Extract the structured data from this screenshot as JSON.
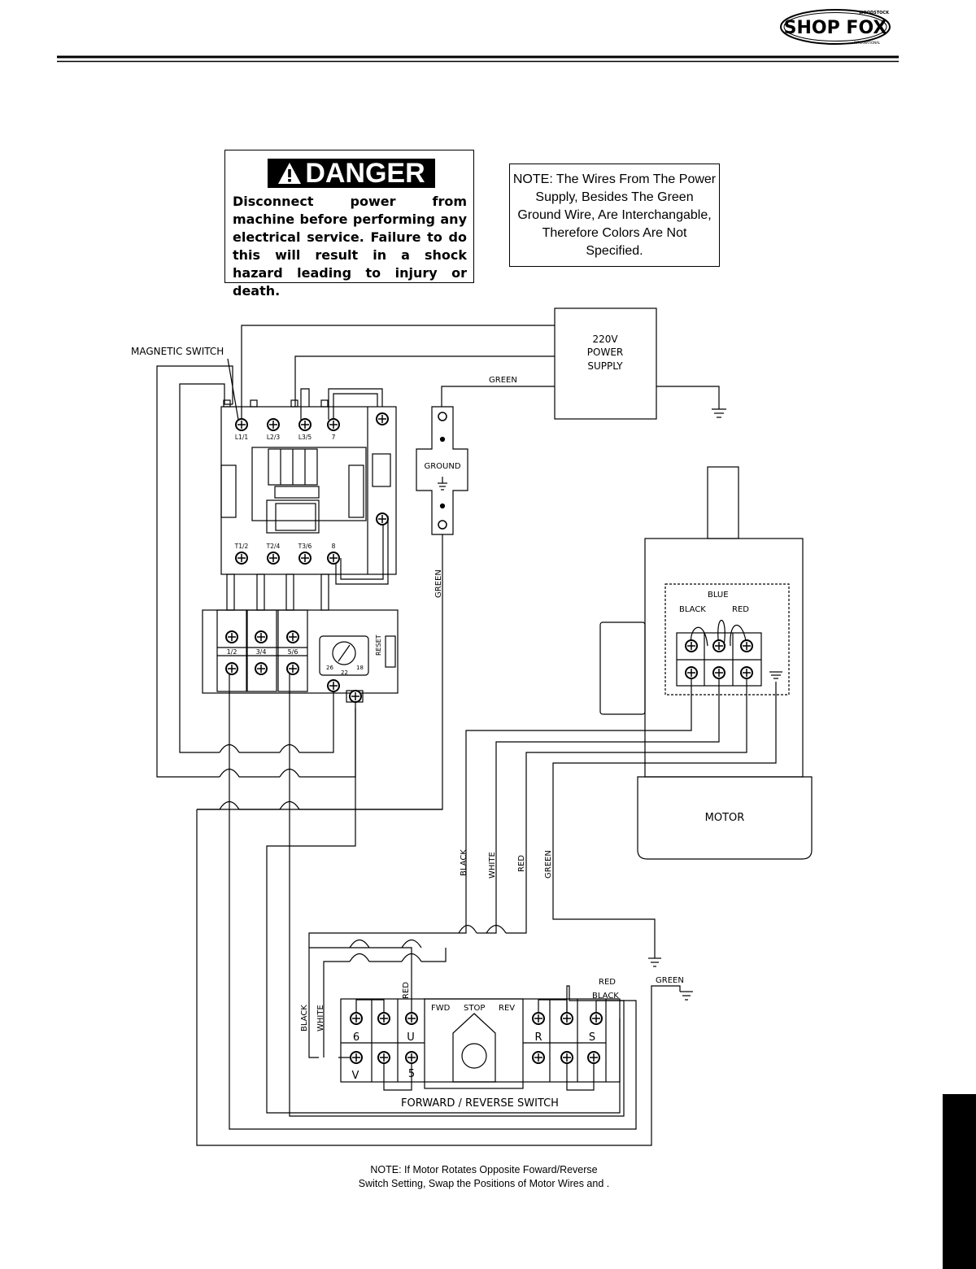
{
  "logo": {
    "text": "SHOP FOX",
    "arc_top": "WOODSTOCK",
    "arc_bottom": "INTERNATIONAL"
  },
  "danger": {
    "title": "DANGER",
    "body": "Disconnect power from machine before performing any electrical service. Failure to do this will result in a shock hazard leading to injury or death."
  },
  "note_top": "NOTE: The  Wires From The Power Supply, Besides The Green Ground Wire, Are Interchangable, Therefore Colors Are Not Specified.",
  "note_bottom": {
    "line1": "NOTE: If Motor Rotates Opposite Foward/Reverse",
    "line2": "Switch Setting, Swap  the Positions of  Motor Wires     and    ."
  },
  "labels": {
    "magnetic_switch": "MAGNETIC SWITCH",
    "power_supply_1": "220V",
    "power_supply_2": "POWER",
    "power_supply_3": "SUPPLY",
    "green_top": "GREEN",
    "ground": "GROUND",
    "green_vertical": "GREEN",
    "contactor_top": [
      "L1/1",
      "L2/3",
      "L3/5",
      "7"
    ],
    "contactor_bottom": [
      "T1/2",
      "T2/4",
      "T3/6",
      "8"
    ],
    "overload": [
      "1/2",
      "3/4",
      "5/6"
    ],
    "reset": "RESET",
    "dial": [
      "26",
      "22",
      "18"
    ],
    "motor": "MOTOR",
    "motor_box_labels": {
      "blue": "BLUE",
      "black": "BLACK",
      "red": "RED"
    },
    "cable_labels": [
      "BLACK",
      "WHITE",
      "RED",
      "GREEN"
    ],
    "fr_switch": "FORWARD / REVERSE SWITCH",
    "fr_modes": [
      "FWD",
      "STOP",
      "REV"
    ],
    "fr_terminals": {
      "six": "6",
      "u": "U",
      "r": "R",
      "s": "S",
      "v": "V",
      "five": "5"
    },
    "fr_left_labels": [
      "BLACK",
      "WHITE"
    ],
    "fr_red": "RED",
    "fr_right_labels": {
      "red": "RED",
      "black": "BLACK"
    },
    "green_right": "GREEN"
  }
}
